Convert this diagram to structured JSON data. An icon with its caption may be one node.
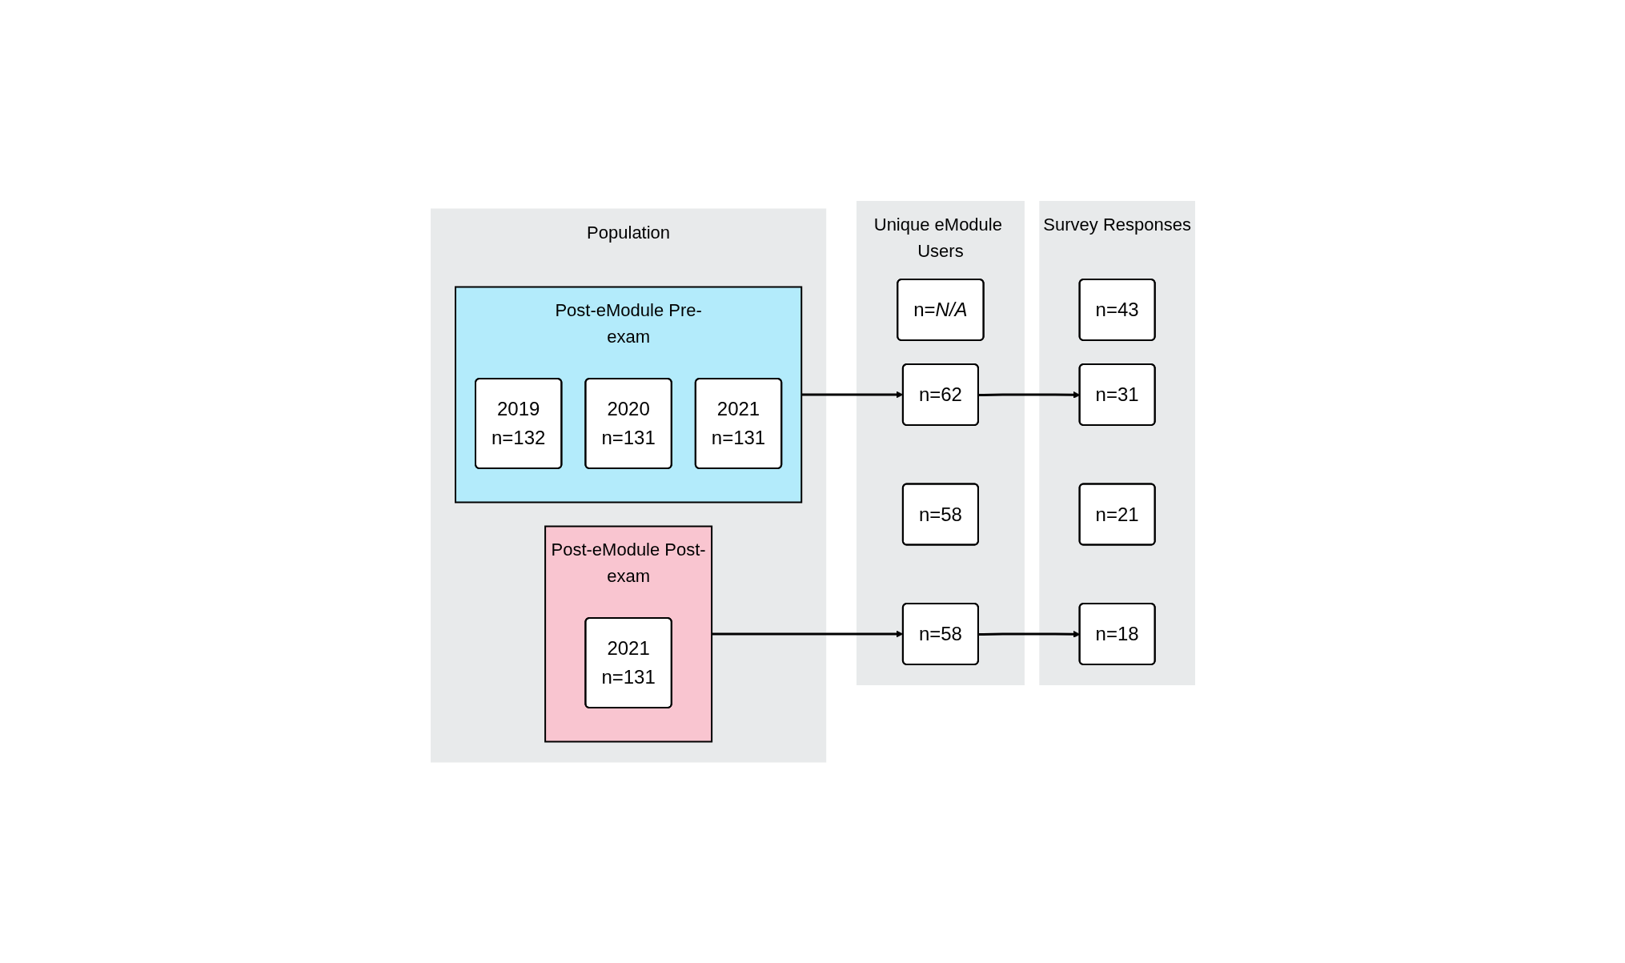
{
  "diagram": {
    "nodes": [
      {
        "text": [
          "Population"
        ]
      },
      {
        "text": [
          "Post-eModule Pre-exam"
        ],
        "in": 0
      },
      {
        "text": [
          "2019",
          "n=132"
        ],
        "in": 1
      },
      {
        "text": [
          "2020",
          "n=131"
        ],
        "in": 1
      },
      {
        "text": [
          "2021",
          "n=131"
        ],
        "in": 1
      },
      {
        "text": [
          "Post-eModule Post-exam"
        ],
        "in": 0
      },
      {
        "text": [
          "2021",
          "n=131"
        ],
        "in": 5
      },
      {
        "text": [
          "Unique eModule Users"
        ]
      },
      {
        "text": [
          "n=*N/A*"
        ],
        "in": 7
      },
      {
        "text": [
          "n=62"
        ],
        "in": 7
      },
      {
        "text": [
          "n=58"
        ],
        "in": 7
      },
      {
        "text": [
          "n=58"
        ],
        "in": 7
      },
      {
        "text": [
          "Survey Responses"
        ]
      },
      {
        "text": [
          "n=43"
        ],
        "in": 12
      },
      {
        "text": [
          "n=31"
        ],
        "in": 12
      },
      {
        "text": [
          "n=21"
        ],
        "in": 12
      },
      {
        "text": [
          "n=18"
        ],
        "in": 12
      }
    ],
    "edges": [
      {
        "from": 1,
        "to": 9,
        "arrow": "to"
      },
      {
        "from": 9,
        "to": 14,
        "arrow": "to"
      },
      {
        "from": 5,
        "to": 11,
        "arrow": "to"
      },
      {
        "from": 11,
        "to": 16,
        "arrow": "to"
      }
    ]
  }
}
